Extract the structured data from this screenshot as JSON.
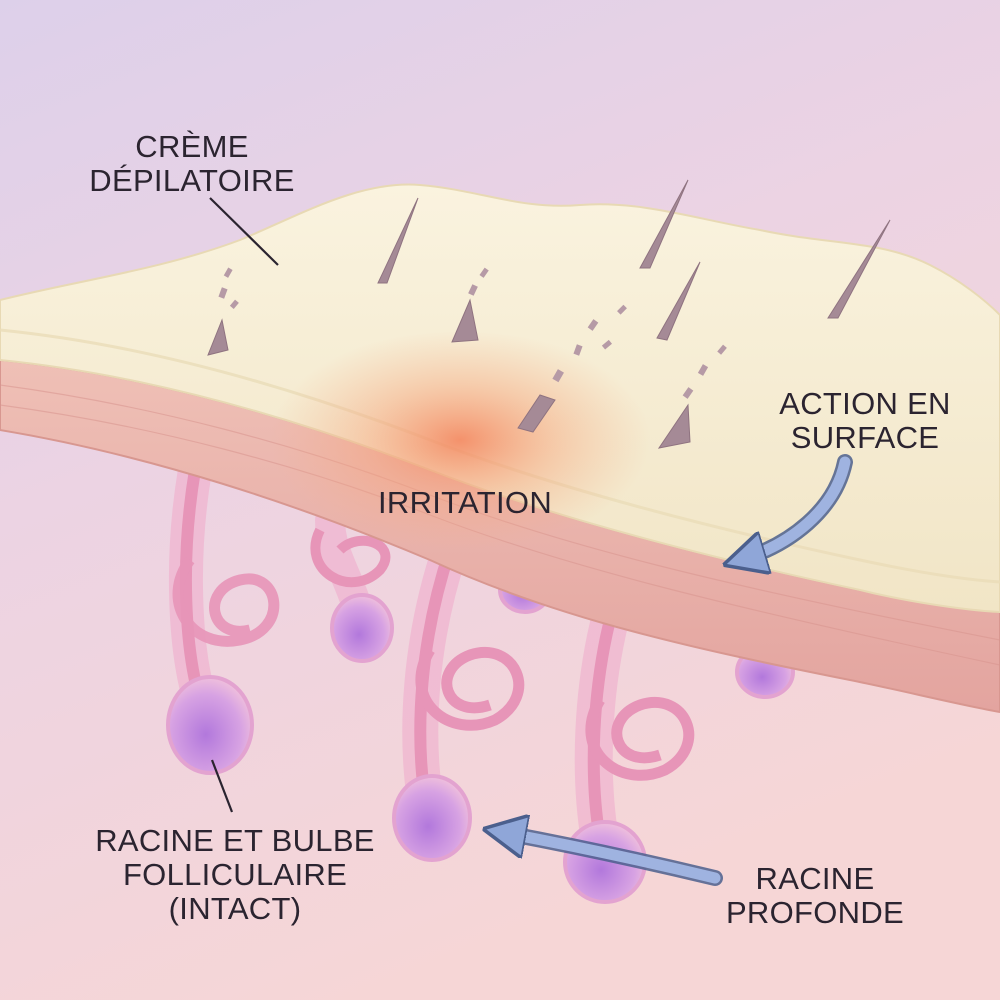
{
  "labels": {
    "creme": [
      "CRÈME",
      "DÉPILATOIRE"
    ],
    "action": [
      "ACTION EN",
      "SURFACE"
    ],
    "irritation": "IRRITATION",
    "racine_bulbe": [
      "RACINE ET BULBE",
      "FOLLICULAIRE",
      "(INTACT)"
    ],
    "racine_profonde": [
      "RACINE",
      "PROFONDE"
    ]
  },
  "colors": {
    "background_top": "#ddd0ea",
    "background_bottom": "#f6d6d6",
    "cream": "#f7efd8",
    "skin_layer": "#eab3ad",
    "follicle": "#e9a3c2",
    "bulb": "#c58be0",
    "hair": "#a58a96",
    "irritation": "#f4925d",
    "arrow": "#8fa6d8"
  }
}
